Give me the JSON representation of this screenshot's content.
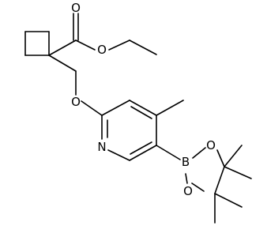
{
  "molecule": {
    "atoms": {
      "carbonyl_oxygen": "O",
      "ester_oxygen": "O",
      "ether_oxygen": "O",
      "pyridine_nitrogen": "N",
      "boron": "B",
      "boronate_oxygen_1": "O",
      "boronate_oxygen_2": "O"
    },
    "colors": {
      "bond": "#000000",
      "label": "#000000",
      "background": "#ffffff"
    }
  }
}
